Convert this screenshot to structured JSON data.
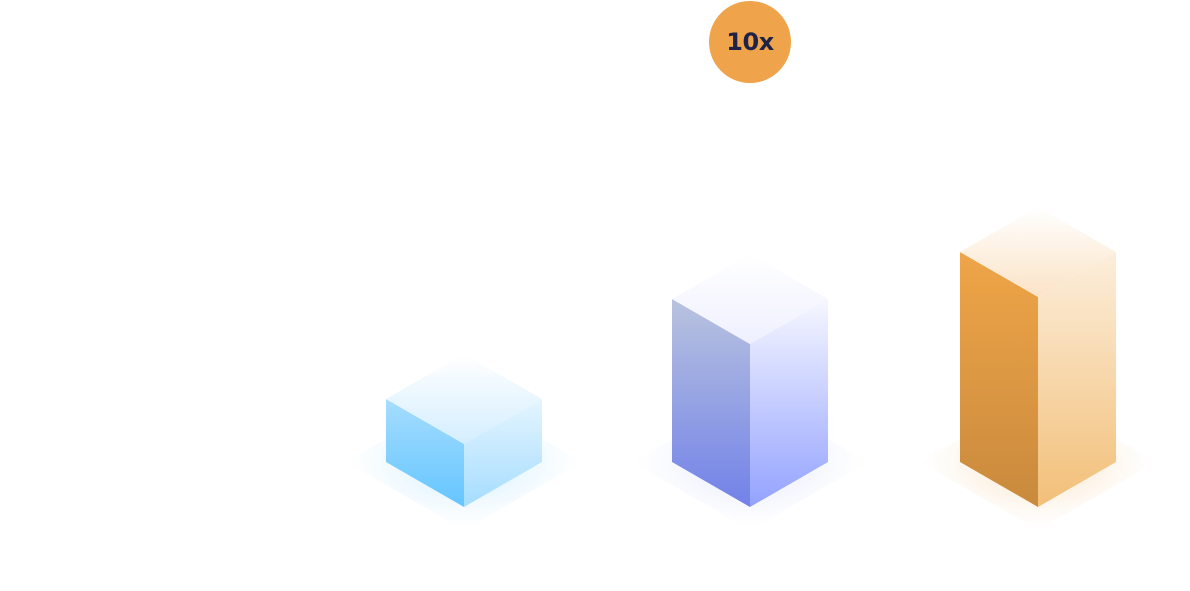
{
  "badge": {
    "label": "10x",
    "background": "#EFA34A",
    "text_color": "#1F2347"
  },
  "blocks": [
    {
      "name": "small-blue-block",
      "color": "#69C7FF"
    },
    {
      "name": "medium-purple-block",
      "color": "#7C8BEB"
    },
    {
      "name": "tall-orange-block",
      "color": "#EBA24A"
    }
  ]
}
